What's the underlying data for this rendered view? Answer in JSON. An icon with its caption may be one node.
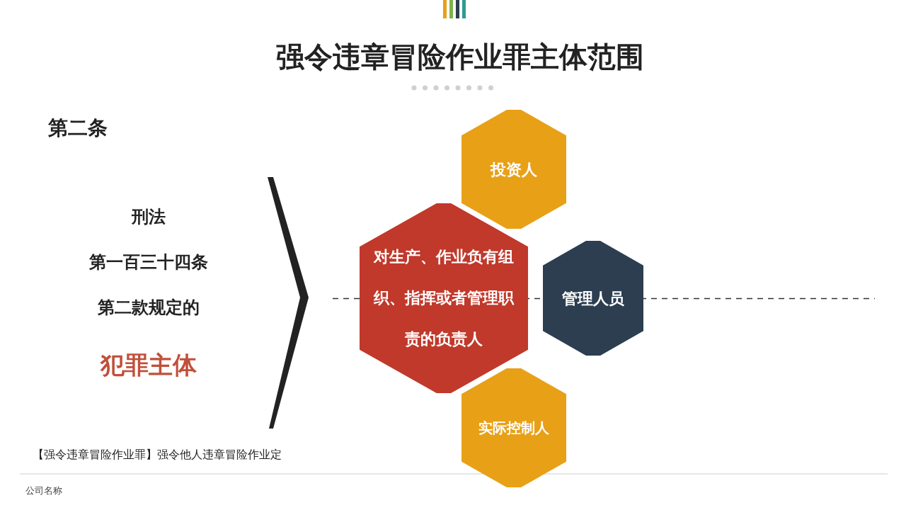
{
  "diagram": {
    "title": "强令违章冒险作业罪主体范围",
    "nodes": [
      {
        "text": [
          "投资人"
        ]
      },
      {
        "text": [
          "对生产、作业负有组织、指挥或者管理职责的负责人"
        ]
      },
      {
        "text": [
          "管理人员"
        ]
      },
      {
        "text": [
          "实际控制人"
        ]
      },
      {
        "text": [],
        "shape": "chevron"
      }
    ],
    "labels": [
      "第二条",
      "刑法",
      "第一百三十四条",
      "第二款规定的",
      "犯罪主体",
      "【强令违章冒险作业罪】强令他人违章冒险作业定",
      "公司名称"
    ]
  }
}
